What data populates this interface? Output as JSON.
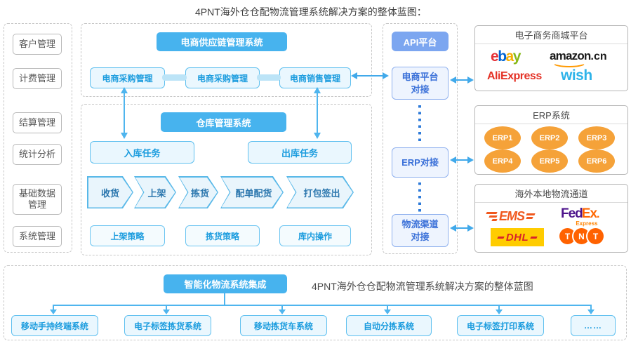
{
  "title": "4PNT海外仓仓配物流管理系统解决方案的整体蓝图：",
  "sidebar": {
    "items": [
      "客户管理",
      "计费管理",
      "结算管理",
      "统计分析",
      "基础数据管理",
      "系统管理"
    ]
  },
  "supply_chain": {
    "header": "电商供应链管理系统",
    "modules": [
      "电商采购管理",
      "电商采购管理",
      "电商销售管理"
    ]
  },
  "warehouse": {
    "header": "仓库管理系统",
    "inbound": "入库任务",
    "outbound": "出库任务",
    "steps": [
      "收货",
      "上架",
      "拣货",
      "配单配货",
      "打包签出"
    ],
    "strategies": [
      "上架策略",
      "拣货策略",
      "库内操作"
    ]
  },
  "api_platform": {
    "header": "API平台",
    "nodes": [
      "电商平台对接",
      "ERP对接",
      "物流渠道对接"
    ]
  },
  "panels": {
    "mall": {
      "header": "电子商务商城平台",
      "logos": {
        "ebay": [
          "e",
          "b",
          "a",
          "y"
        ],
        "amazon": "amazon",
        "amazon_tld": ".cn",
        "aliexpress": "AliExpress",
        "wish": "wish"
      }
    },
    "erp": {
      "header": "ERP系统",
      "items": [
        "ERP1",
        "ERP2",
        "ERP3",
        "ERP4",
        "ERP5",
        "ERP6"
      ]
    },
    "logistics": {
      "header": "海外本地物流通道",
      "logos": {
        "ems": "EMS",
        "fedex_fed": "Fed",
        "fedex_ex": "Ex",
        "fedex_dot": ".",
        "fedex_sub": "Express",
        "dhl": "DHL",
        "tnt": [
          "T",
          "N",
          "T"
        ]
      }
    }
  },
  "integration": {
    "header": "智能化物流系统集成",
    "caption": "4PNT海外仓仓配物流管理系统解决方案的整体蓝图",
    "systems": [
      "移动手持终端系统",
      "电子标签拣货系统",
      "移动拣货车系统",
      "自动分拣系统",
      "电子标签打印系统",
      "……"
    ]
  },
  "colors": {
    "sky_header": "#47B3EE",
    "api_header": "#7CA6F0",
    "box_text_blue": "#1B9CDE",
    "arrow_blue": "#41A9EA",
    "erp_orange": "#F5A239"
  }
}
